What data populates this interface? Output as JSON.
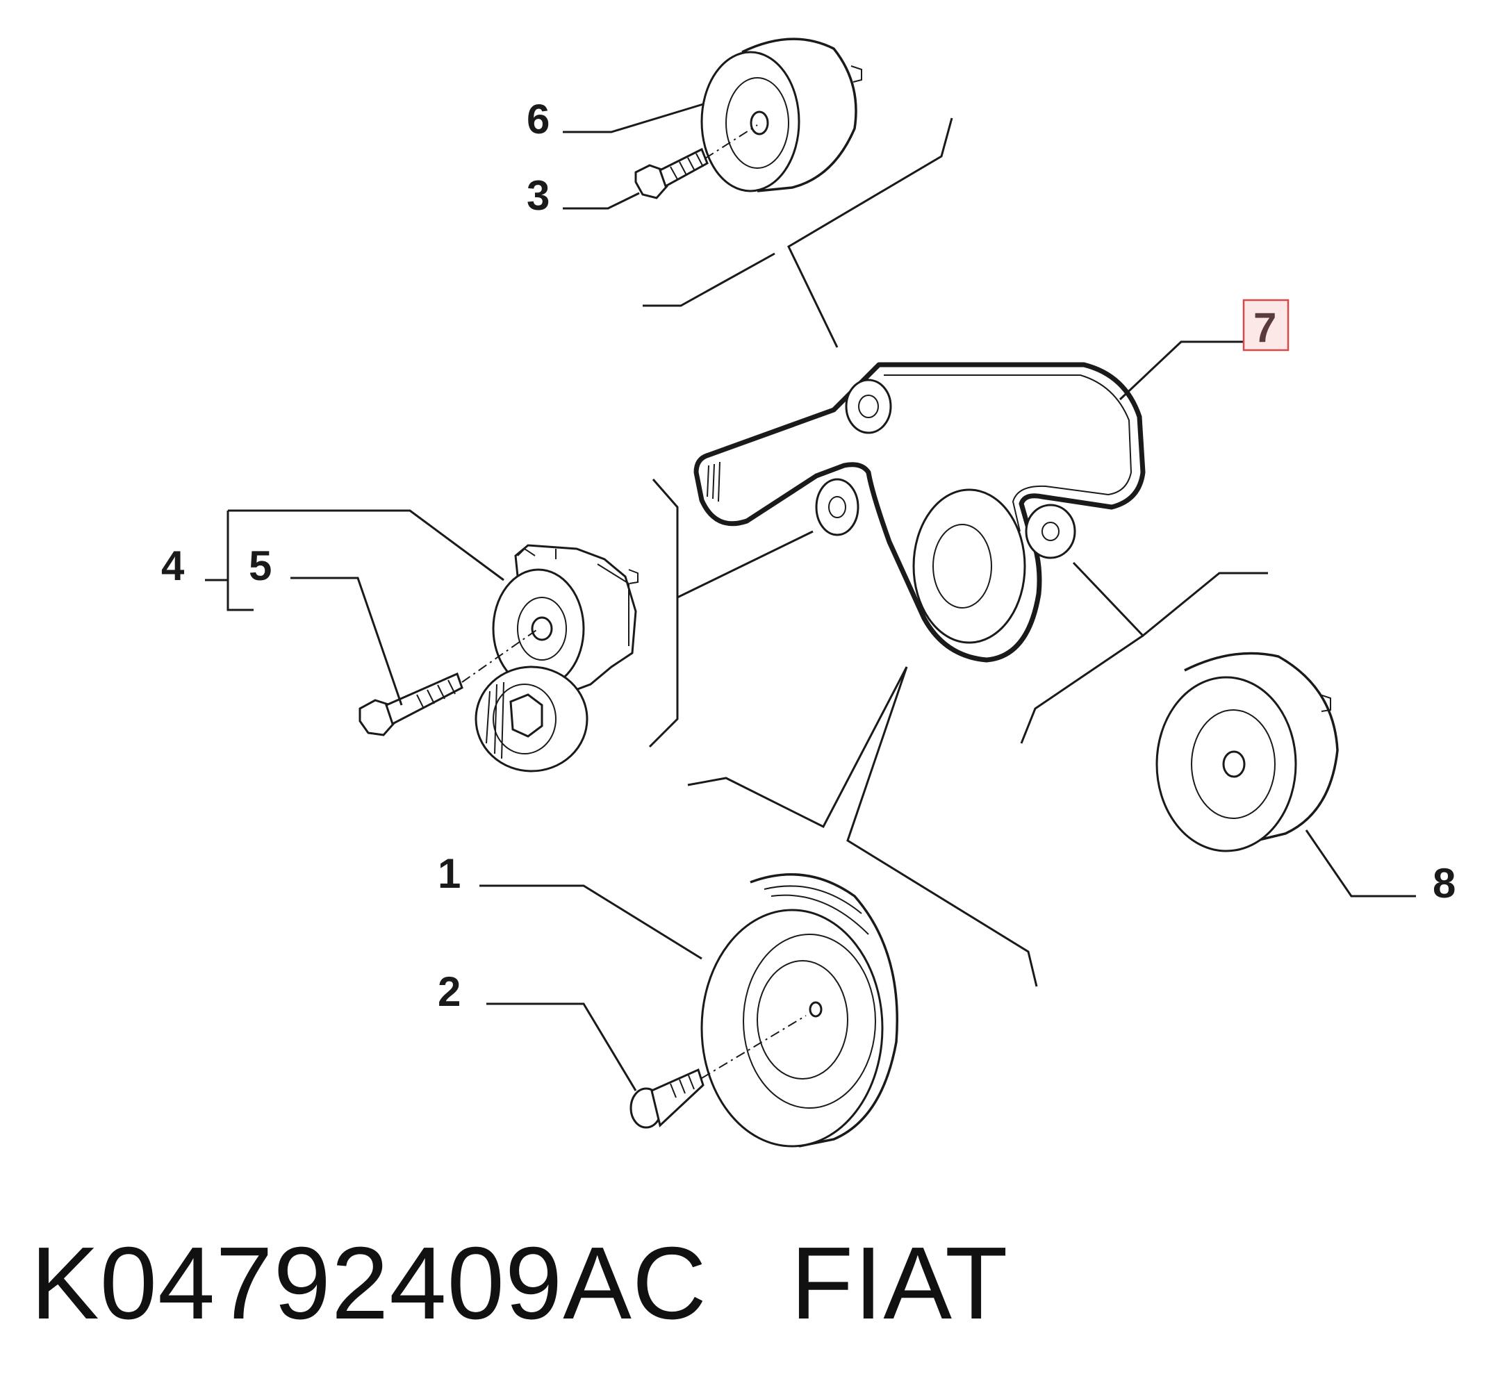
{
  "callouts": {
    "c1": "1",
    "c2": "2",
    "c3": "3",
    "c4": "4",
    "c5": "5",
    "c6": "6",
    "c7": "7",
    "c8": "8"
  },
  "highlight": {
    "callout": "7",
    "box_color": "#d84848",
    "fill_color": "#fde8e8"
  },
  "footer": {
    "part_number": "K04792409AC",
    "brand": "FIAT"
  }
}
